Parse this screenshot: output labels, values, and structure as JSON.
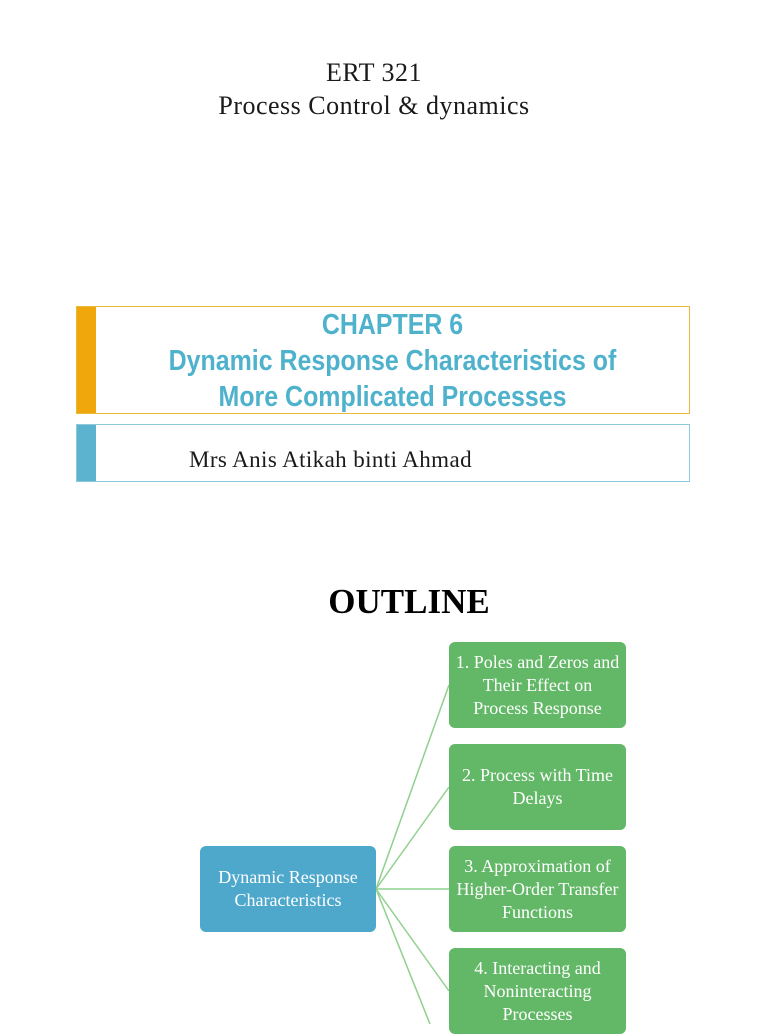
{
  "header": {
    "course_code": "ERT 321",
    "course_name": "Process Control & dynamics"
  },
  "chapter": {
    "line1": "CHAPTER 6",
    "line2": "Dynamic Response Characteristics of",
    "line3": "More Complicated Processes"
  },
  "author": {
    "name": "Mrs Anis Atikah binti Ahmad"
  },
  "outline": {
    "title": "OUTLINE",
    "root": "Dynamic Response Characteristics",
    "items": [
      "1. Poles and Zeros and Their Effect on Process Response",
      "2. Process with Time Delays",
      "3. Approximation of Higher-Order Transfer Functions",
      "4. Interacting and Noninteracting Processes"
    ]
  },
  "colors": {
    "chapter_accent": "#f0a70c",
    "chapter_text": "#4fb2cc",
    "author_accent": "#5bb3cf",
    "root_node": "#4ea8cc",
    "leaf_node": "#63b867",
    "connector": "#8fd08f"
  }
}
